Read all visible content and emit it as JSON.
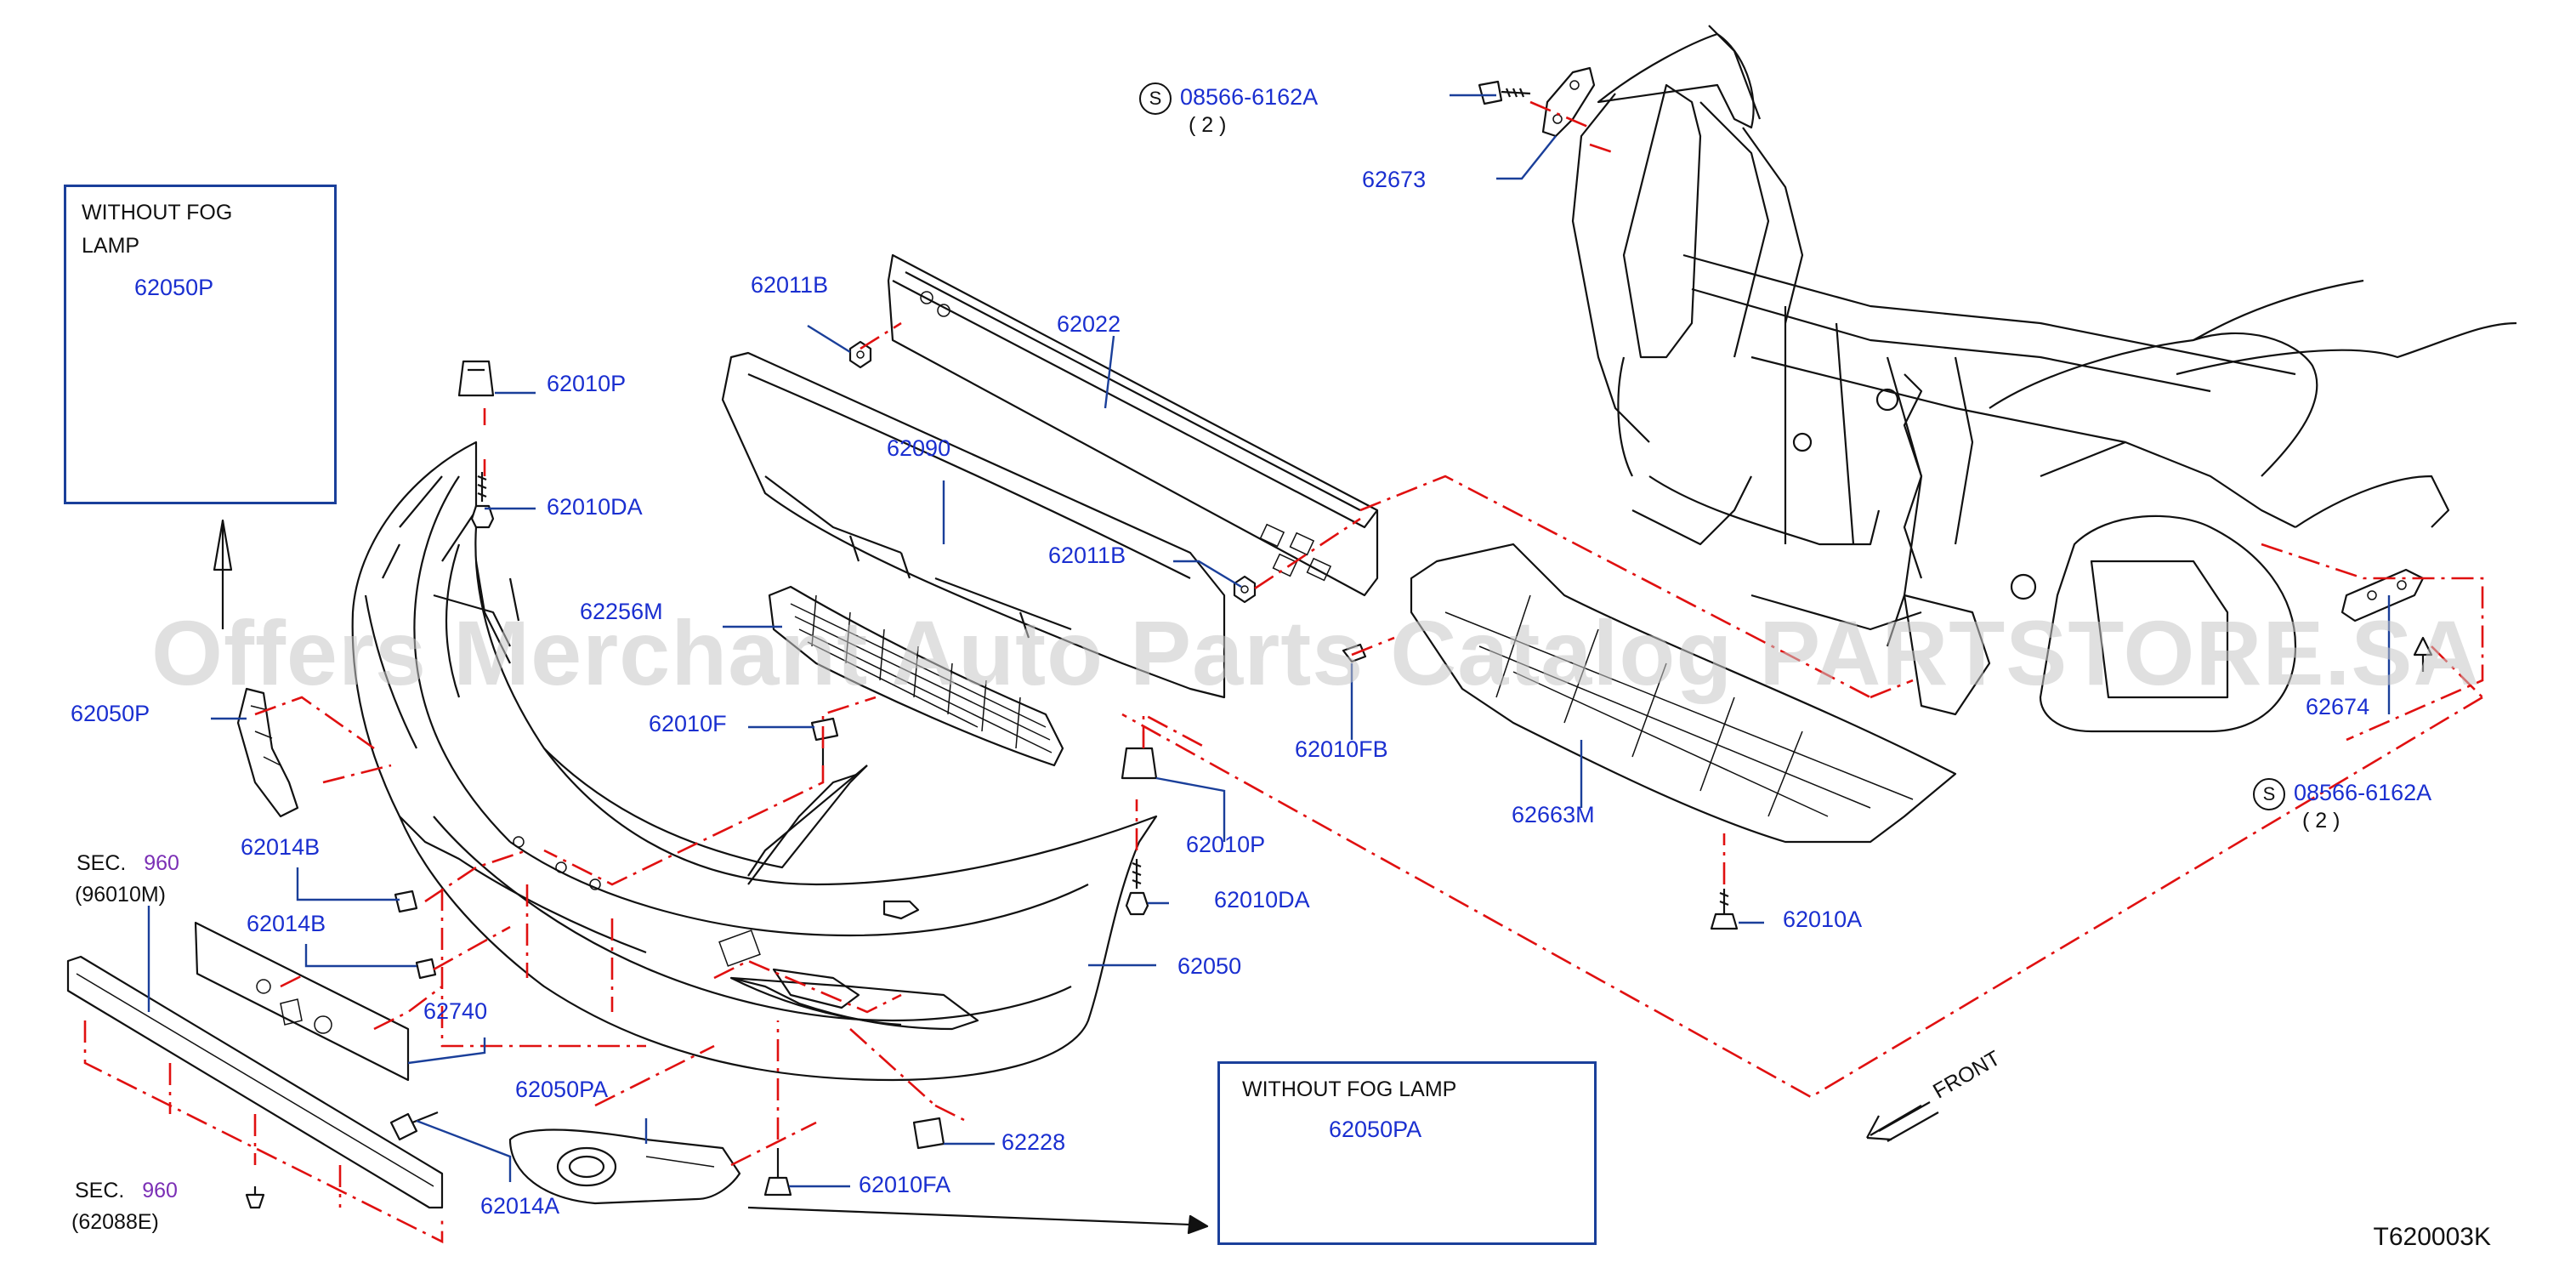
{
  "diagram": {
    "code": "T620003K",
    "watermark": "Offers Merchant Auto Parts Catalog PARTSTORE.SA",
    "insets": {
      "without_fog_left": {
        "line1": "WITHOUT   FOG",
        "line2": "LAMP",
        "part": "62050P"
      },
      "without_fog_bottom": {
        "line1": "WITHOUT   FOG   LAMP",
        "part": "62050PA"
      }
    },
    "screw_callouts": {
      "top": {
        "symbol": "S",
        "part": "08566-6162A",
        "qty": "(   2   )"
      },
      "right": {
        "symbol": "S",
        "part": "08566-6162A",
        "qty": "(   2   )"
      }
    },
    "sections": {
      "sec1": {
        "prefix": "SEC.",
        "num": "960",
        "ref": "(96010M)"
      },
      "sec2": {
        "prefix": "SEC.",
        "num": "960",
        "ref": "(62088E)"
      }
    },
    "front_label": "FRONT",
    "parts": {
      "p62673": "62673",
      "p62011B_top": "62011B",
      "p62022": "62022",
      "p62010P_top": "62010P",
      "p62090": "62090",
      "p62010DA_top": "62010DA",
      "p62011B_mid": "62011B",
      "p62256M": "62256M",
      "p62050P": "62050P",
      "p62010F": "62010F",
      "p62010FB": "62010FB",
      "p62674": "62674",
      "p62014B_a": "62014B",
      "p62010P_bot": "62010P",
      "p62663M": "62663M",
      "p62010DA_bot": "62010DA",
      "p62014B_b": "62014B",
      "p62050": "62050",
      "p62010A": "62010A",
      "p62740": "62740",
      "p62050PA": "62050PA",
      "p62228": "62228",
      "p62010FA": "62010FA",
      "p62014A": "62014A"
    }
  }
}
